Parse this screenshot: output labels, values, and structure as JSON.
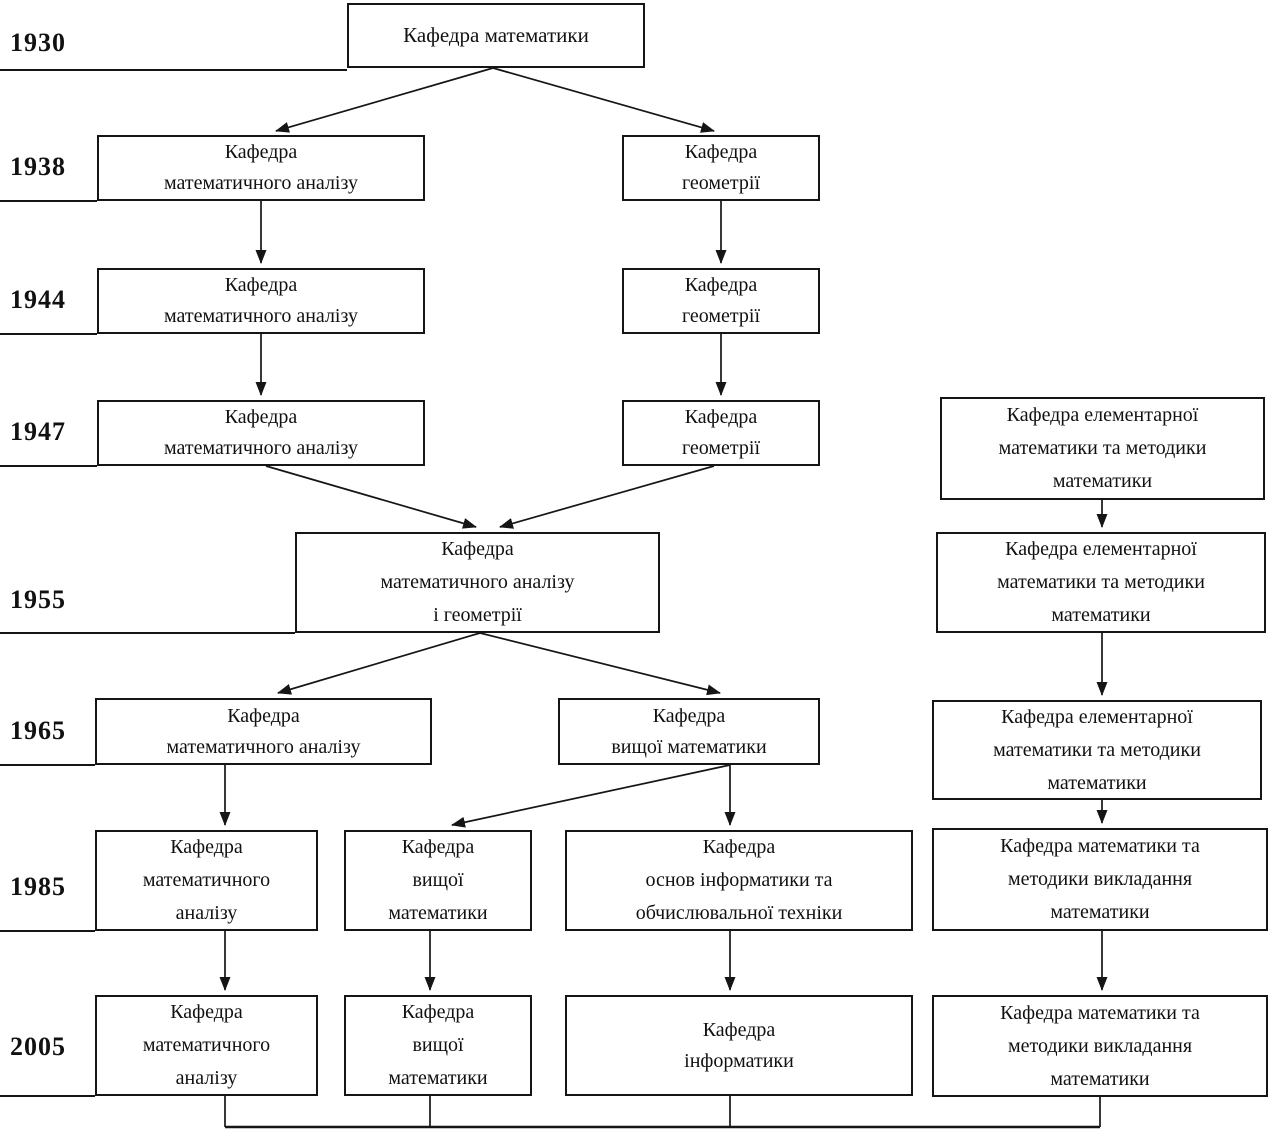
{
  "years": [
    "1930",
    "1938",
    "1944",
    "1947",
    "1955",
    "1965",
    "1985",
    "2005"
  ],
  "colors": {
    "ink": "#151515",
    "paper": "#ffffff"
  },
  "nodes": [
    {
      "id": "dept-mathematics-1930",
      "year": "1930",
      "label": "Кафедра математики"
    },
    {
      "id": "dept-math-analysis-1938",
      "year": "1938",
      "label": "Кафедра\nматематичного аналізу"
    },
    {
      "id": "dept-geometry-1938",
      "year": "1938",
      "label": "Кафедра\nгеометрії"
    },
    {
      "id": "dept-math-analysis-1944",
      "year": "1944",
      "label": "Кафедра\nматематичного аналізу"
    },
    {
      "id": "dept-geometry-1944",
      "year": "1944",
      "label": "Кафедра\nгеометрії"
    },
    {
      "id": "dept-math-analysis-1947",
      "year": "1947",
      "label": "Кафедра\nматематичного аналізу"
    },
    {
      "id": "dept-geometry-1947",
      "year": "1947",
      "label": "Кафедра\nгеометрії"
    },
    {
      "id": "dept-elementary-math-methods-1947",
      "year": "1947",
      "label": "Кафедра елементарної\nматематики та методики\nматематики"
    },
    {
      "id": "dept-math-analysis-and-geometry-1955",
      "year": "1955",
      "label": "Кафедра\nматематичного аналізу\nі геометрії"
    },
    {
      "id": "dept-elementary-math-methods-1955",
      "year": "1955",
      "label": "Кафедра елементарної\nматематики та методики\nматематики"
    },
    {
      "id": "dept-math-analysis-1965",
      "year": "1965",
      "label": "Кафедра\nматематичного аналізу"
    },
    {
      "id": "dept-higher-math-1965",
      "year": "1965",
      "label": "Кафедра\nвищої математики"
    },
    {
      "id": "dept-elementary-math-methods-1965",
      "year": "1965",
      "label": "Кафедра елементарної\nматематики та методики\nматематики"
    },
    {
      "id": "dept-math-analysis-1985",
      "year": "1985",
      "label": "Кафедра\nматематичного\nаналізу"
    },
    {
      "id": "dept-higher-math-1985",
      "year": "1985",
      "label": "Кафедра\nвищої\nматематики"
    },
    {
      "id": "dept-informatics-computing-1985",
      "year": "1985",
      "label": "Кафедра\nоснов інформатики та\nобчислювальної техніки"
    },
    {
      "id": "dept-math-teaching-methods-1985",
      "year": "1985",
      "label": "Кафедра математики та\nметодики викладання\nматематики"
    },
    {
      "id": "dept-math-analysis-2005",
      "year": "2005",
      "label": "Кафедра\nматематичного\nаналізу"
    },
    {
      "id": "dept-higher-math-2005",
      "year": "2005",
      "label": "Кафедра\nвищої\nматематики"
    },
    {
      "id": "dept-informatics-2005",
      "year": "2005",
      "label": "Кафедра\nінформатики"
    },
    {
      "id": "dept-math-teaching-methods-2005",
      "year": "2005",
      "label": "Кафедра математики та\nметодики викладання\nматематики"
    }
  ]
}
